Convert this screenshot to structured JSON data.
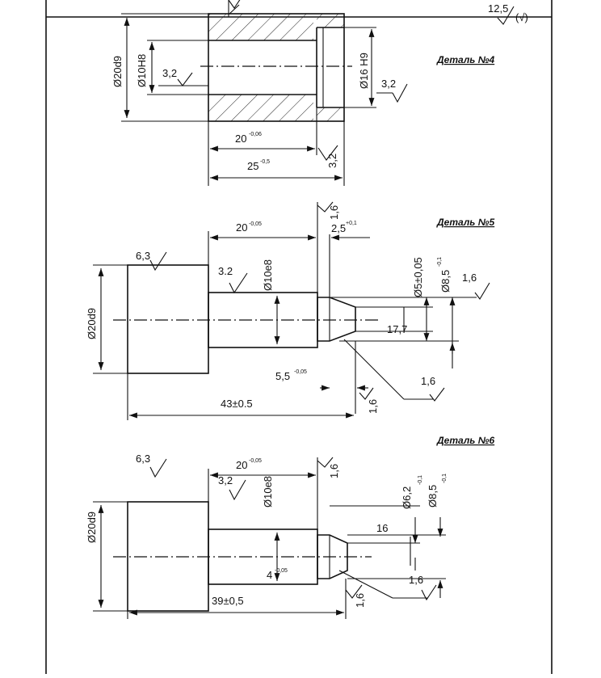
{
  "header": {
    "roughness_general": "12,5",
    "roughness_note": "(√)"
  },
  "part4": {
    "title": "Деталь №4",
    "dim_outer": "Ø20d9",
    "dim_bore": "Ø10H8",
    "dim_counterbore": "Ø16 H9",
    "rough_bore": "3,2",
    "rough_face": "3,2",
    "rough_step": "3,2",
    "len_bore": "20",
    "len_bore_tol": "-0,06",
    "len_total": "25",
    "len_total_tol": "-0,5"
  },
  "part5": {
    "title": "Деталь №5",
    "rough_head": "6,3",
    "rough_shaft": "3.2",
    "rough_tip_face": "1,6",
    "rough_right": "1,6",
    "rough_bottom": "1,6",
    "rough_total": "1,6",
    "dim_head": "Ø20d9",
    "dim_shaft": "Ø10e8",
    "dim_tip": "Ø5±0,05",
    "dim_cone": "Ø8,5",
    "dim_cone_tol": "-0,1",
    "len_shaft": "20",
    "len_shaft_tol": "-0,05",
    "len_tip": "2,5",
    "len_tip_tol": "+0,1",
    "angle": "17,7",
    "len_cone": "5,5",
    "len_cone_tol": "-0,05",
    "len_total": "43±0.5"
  },
  "part6": {
    "title": "Деталь №6",
    "rough_head": "6,3",
    "rough_shaft": "3,2",
    "rough_tip_face": "1,6",
    "rough_right": "1,6",
    "rough_total": "1,6",
    "dim_head": "Ø20d9",
    "dim_shaft": "Ø10e8",
    "dim_tip": "Ø6,2",
    "dim_tip_tol": "-0,1",
    "dim_cone": "Ø8,5",
    "dim_cone_tol": "-0,1",
    "len_shaft": "20",
    "len_shaft_tol": "-0,05",
    "angle": "16",
    "len_cone": "4",
    "len_cone_tol": "-0,05",
    "len_total": "39±0,5"
  }
}
